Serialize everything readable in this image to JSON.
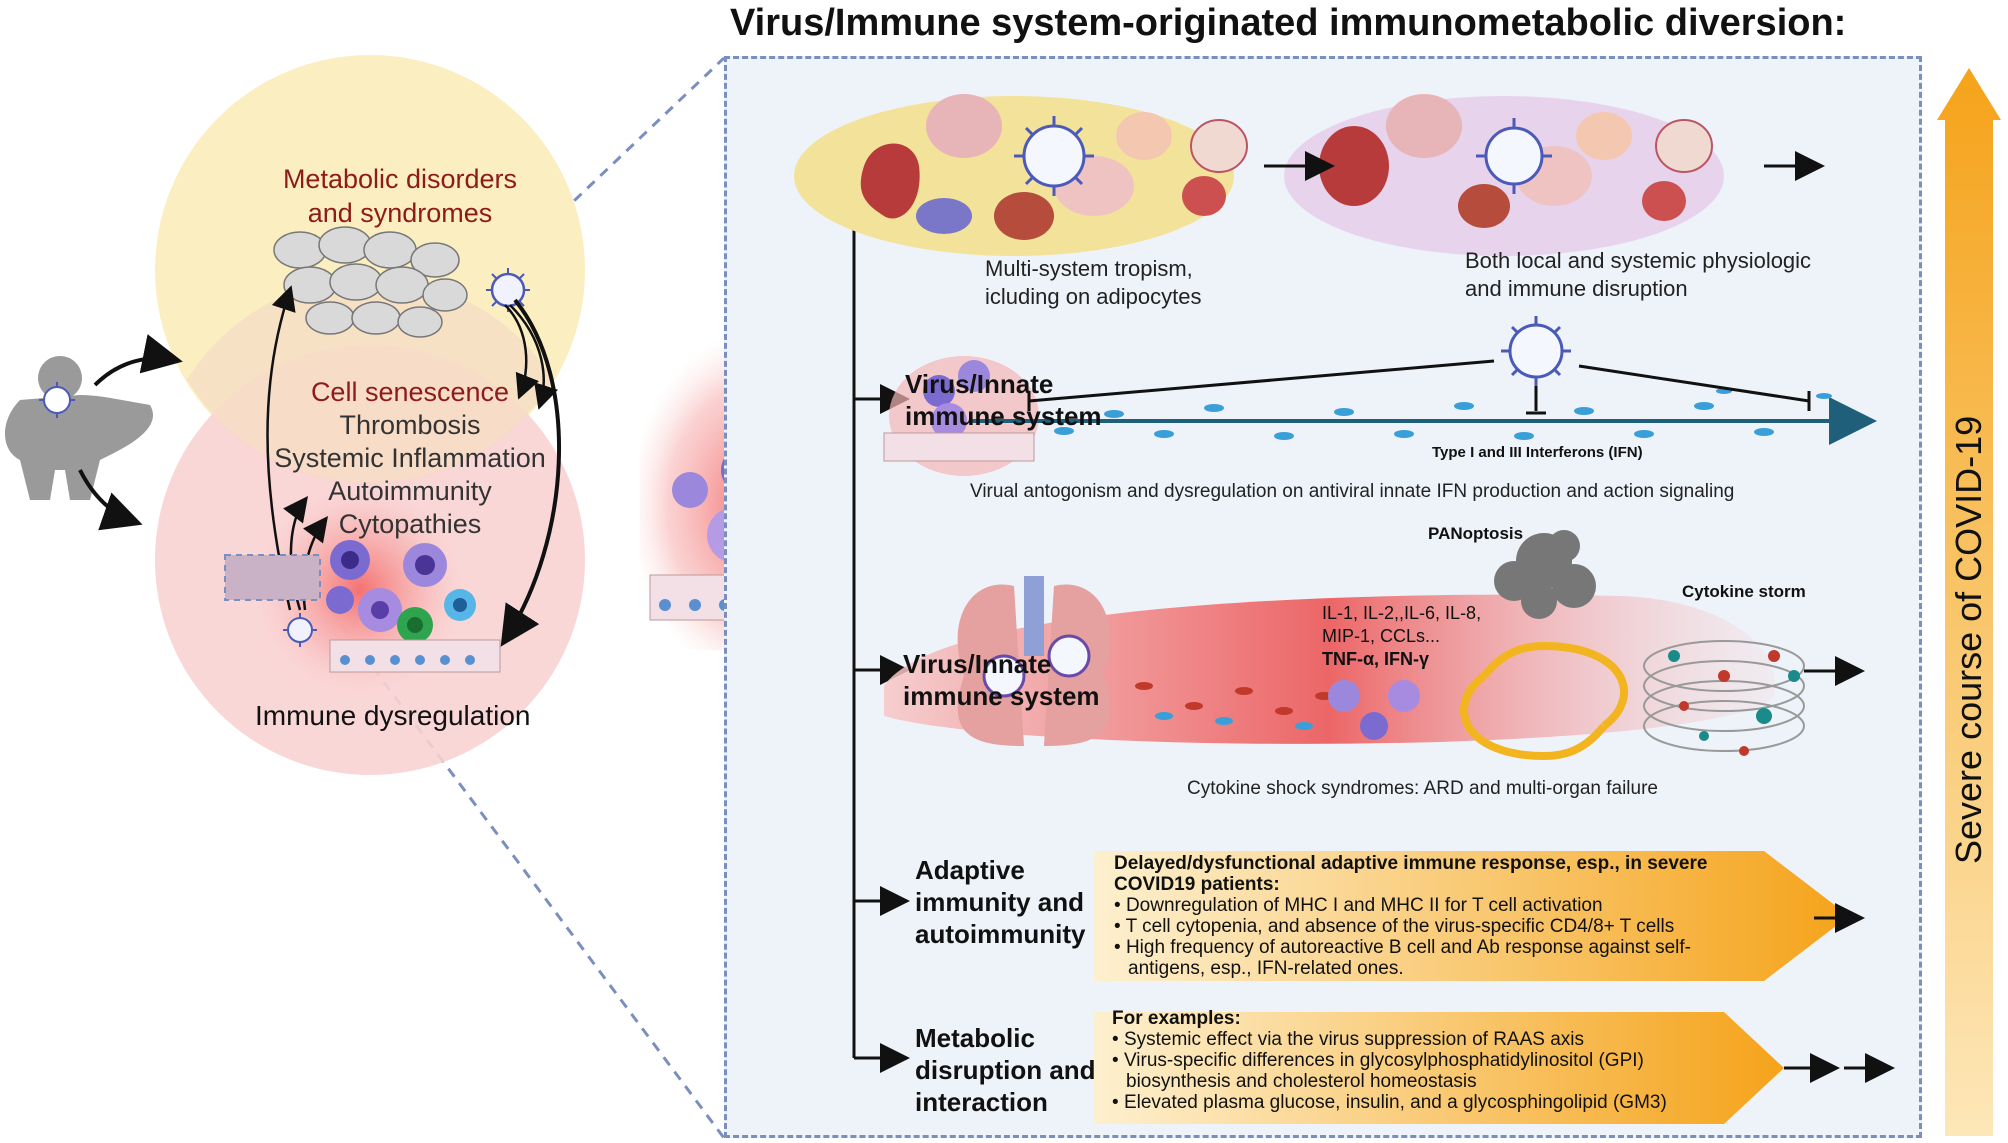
{
  "title": "Virus/Immune system-originated immunometabolic diversion:",
  "left": {
    "metabolic_label_1": "Metabolic disorders",
    "metabolic_label_2": "and syndromes",
    "conditions": [
      "Cell senescence",
      "Thrombosis",
      "Systemic Inflammation",
      "Autoimmunity",
      "Cytopathies"
    ],
    "immune_label": "Immune dysregulation"
  },
  "rows": {
    "tropism": {
      "caption_1": "Multi-system tropism,",
      "caption_2": "icluding on adipocytes",
      "disruption_1": "Both local and systemic physiologic",
      "disruption_2": "and immune disruption"
    },
    "ifn": {
      "label_1": "Virus/Innate",
      "label_2": "immune system",
      "axis_label": "Type I and III Interferons (IFN)",
      "caption": "Virual  antogonism and dysregulation on antiviral innate IFN production and action  signaling"
    },
    "cytokine": {
      "label_1": "Virus/Innate",
      "label_2": "immune system",
      "panoptosis": "PANoptosis",
      "storm": "Cytokine storm",
      "list_1": "IL-1, IL-2,,IL-6, IL-8,",
      "list_2": "MIP-1, CCLs...",
      "list_3": "TNF-α, IFN-γ",
      "caption": "Cytokine shock syndromes: ARD and multi-organ failure"
    },
    "adaptive": {
      "label_1": "Adaptive",
      "label_2": "immunity and",
      "label_3": "autoimmunity",
      "heading_1": "Delayed/dysfunctional  adaptive immune response, esp., in severe",
      "heading_2": "COVID19 patients:",
      "bullets": [
        "Downregulation of MHC I and MHC II for T cell activation",
        "T cell cytopenia, and absence of the virus-specific CD4/8+ T cells",
        "High frequency of autoreactive B cell and Ab response against self-antigens, esp., IFN-related ones."
      ]
    },
    "metabolic": {
      "label_1": "Metabolic",
      "label_2": "disruption and",
      "label_3": "interaction",
      "heading": "For examples:",
      "bullets": [
        "Systemic effect via the virus suppression of RAAS axis",
        "Virus-specific differences in glycosylphosphatidylinositol (GPI) biosynthesis and cholesterol homeostasis",
        "Elevated plasma glucose, insulin, and a glycosphingolipid (GM3)"
      ]
    }
  },
  "sidebar": {
    "label": "Severe course of COVID-19"
  },
  "colors": {
    "yellow_circle": "#fbeec0",
    "pink_circle": "#f9d3d3",
    "panel_bg": "#eef3fa",
    "orange": "#f5a31a",
    "dash_blue": "#7a8fbf",
    "dark_red_text": "#8e1a1a"
  }
}
